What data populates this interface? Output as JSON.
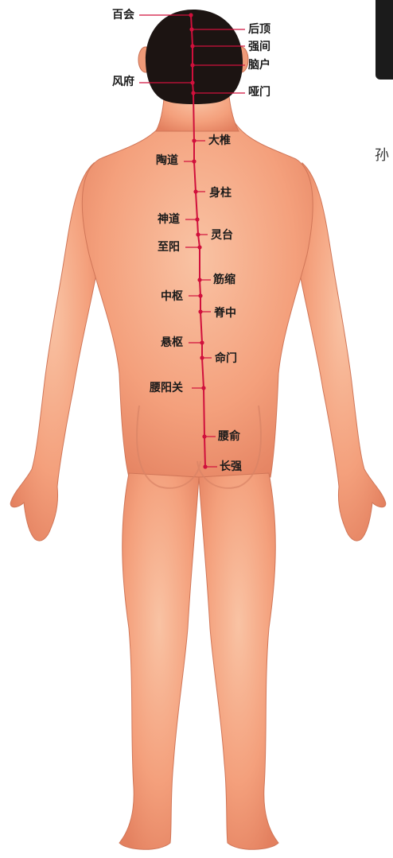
{
  "colors": {
    "meridian": "#d0103c",
    "skin": "#f4a07c",
    "skin_light": "#f9c2a2",
    "skin_dark": "#e17a5c",
    "hair": "#1c1412",
    "background": "#ffffff"
  },
  "edge_text": "孙",
  "points": {
    "baihui": "百会",
    "houding": "后顶",
    "qiangjian": "强间",
    "naohu": "脑户",
    "fengfu": "风府",
    "yamen": "哑门",
    "dazhui": "大椎",
    "taodao": "陶道",
    "shenzhu": "身柱",
    "shendao": "神道",
    "lingtai": "灵台",
    "zhiyang": "至阳",
    "jinsuo": "筋缩",
    "zhongshu": "中枢",
    "jizhong": "脊中",
    "xuanshu": "悬枢",
    "mingmen": "命门",
    "yaoyangguan": "腰阳关",
    "yaoshu": "腰俞",
    "changqiang": "长强"
  }
}
